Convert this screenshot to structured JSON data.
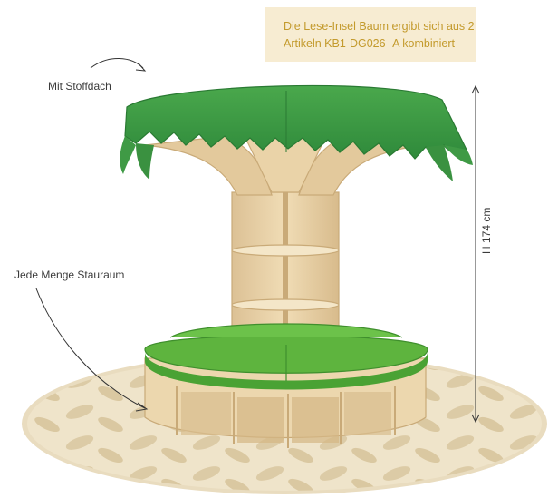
{
  "info_box": {
    "line1": "Die Lese-Insel Baum ergibt sich aus 2",
    "line2": "Artikeln KB1-DG026 -A kombiniert"
  },
  "callouts": {
    "roof": "Mit Stoffdach",
    "storage": "Jede Menge Stauraum"
  },
  "dimension": {
    "height": "H 174 cm"
  },
  "colors": {
    "canopy_green": "#3f9a45",
    "cushion_green": "#5eb43e",
    "wood": "#ead3a8",
    "rug": "#eee2c7",
    "info_box_bg": "#f7ecd2",
    "info_text": "#c39a2c"
  }
}
